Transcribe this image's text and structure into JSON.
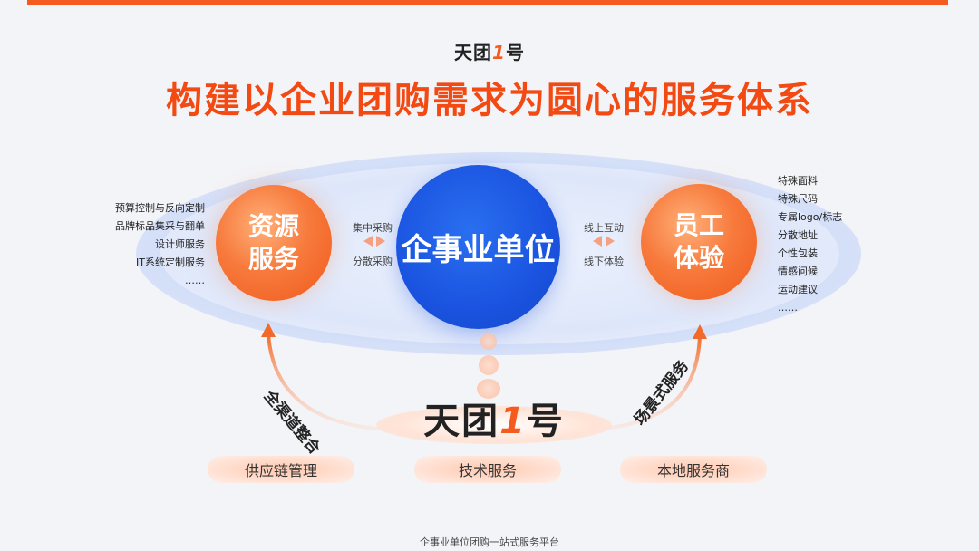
{
  "header": {
    "logo_text": "天团",
    "logo_one": "1",
    "logo_suffix": "号",
    "title": "构建以企业团购需求为圆心的服务体系"
  },
  "center": {
    "label": "企事业单位"
  },
  "left_circle": {
    "line1": "资源",
    "line2": "服务"
  },
  "right_circle": {
    "line1": "员工",
    "line2": "体验"
  },
  "left_arrows": {
    "top": "集中采购",
    "bottom": "分散采购"
  },
  "right_arrows": {
    "top": "线上互动",
    "bottom": "线下体验"
  },
  "left_list": [
    "预算控制与反向定制",
    "品牌标品集采与翻单",
    "设计师服务",
    "IT系统定制服务",
    "……"
  ],
  "right_list": [
    "特殊面料",
    "特殊尺码",
    "专属logo/标志",
    "分散地址",
    "个性包装",
    "情感问候",
    "运动建议",
    "……"
  ],
  "curves": {
    "left": "全渠道整合",
    "right": "场景式服务"
  },
  "center_logo": {
    "text": "天团",
    "one": "1",
    "suffix": "号"
  },
  "pills": [
    "供应链管理",
    "技术服务",
    "本地服务商"
  ],
  "footer": "企事业单位团购一站式服务平台",
  "colors": {
    "accent": "#f55a1e",
    "blue": "#1a53e0",
    "orange": "#ef5a1c"
  }
}
